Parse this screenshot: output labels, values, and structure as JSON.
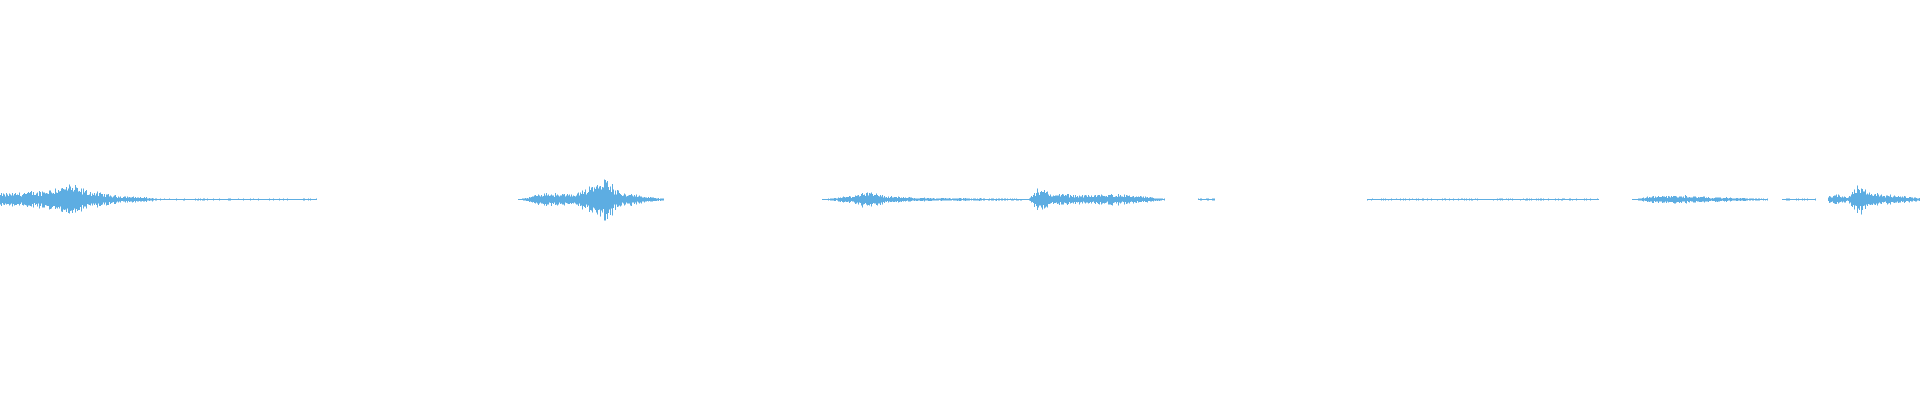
{
  "waveform": {
    "color": "#5DADE2",
    "background": "#FFFFFF",
    "duration_fraction_note_free": true,
    "segments": [
      {
        "start": 0.0,
        "end": 0.08,
        "peak": 0.18,
        "envelope": [
          [
            0.0,
            0.07
          ],
          [
            0.02,
            0.1
          ],
          [
            0.036,
            0.18
          ],
          [
            0.046,
            0.1
          ],
          [
            0.06,
            0.05
          ],
          [
            0.08,
            0.02
          ]
        ]
      },
      {
        "start": 0.08,
        "end": 0.165,
        "peak": 0.02,
        "sparse": true
      },
      {
        "start": 0.27,
        "end": 0.346,
        "peak": 0.27,
        "envelope": [
          [
            0.27,
            0.0
          ],
          [
            0.283,
            0.08
          ],
          [
            0.3,
            0.06
          ],
          [
            0.306,
            0.16
          ],
          [
            0.315,
            0.27
          ],
          [
            0.322,
            0.1
          ],
          [
            0.335,
            0.04
          ],
          [
            0.346,
            0.01
          ]
        ]
      },
      {
        "start": 0.428,
        "end": 0.535,
        "peak": 0.11,
        "envelope": [
          [
            0.428,
            0.0
          ],
          [
            0.445,
            0.05
          ],
          [
            0.452,
            0.11
          ],
          [
            0.462,
            0.04
          ],
          [
            0.48,
            0.02
          ],
          [
            0.535,
            0.01
          ]
        ]
      },
      {
        "start": 0.535,
        "end": 0.607,
        "peak": 0.13,
        "envelope": [
          [
            0.535,
            0.0
          ],
          [
            0.54,
            0.13
          ],
          [
            0.548,
            0.07
          ],
          [
            0.566,
            0.05
          ],
          [
            0.58,
            0.07
          ],
          [
            0.593,
            0.04
          ],
          [
            0.607,
            0.01
          ]
        ]
      },
      {
        "start": 0.624,
        "end": 0.633,
        "peak": 0.01,
        "sparse": true
      },
      {
        "start": 0.712,
        "end": 0.833,
        "peak": 0.04,
        "sparse": true
      },
      {
        "start": 0.85,
        "end": 0.921,
        "peak": 0.05,
        "envelope": [
          [
            0.85,
            0.0
          ],
          [
            0.86,
            0.04
          ],
          [
            0.875,
            0.05
          ],
          [
            0.89,
            0.03
          ],
          [
            0.921,
            0.01
          ]
        ]
      },
      {
        "start": 0.928,
        "end": 0.946,
        "peak": 0.01,
        "sparse": true
      },
      {
        "start": 0.952,
        "end": 1.0,
        "peak": 0.19,
        "envelope": [
          [
            0.952,
            0.04
          ],
          [
            0.956,
            0.06
          ],
          [
            0.962,
            0.03
          ],
          [
            0.968,
            0.19
          ],
          [
            0.975,
            0.08
          ],
          [
            0.99,
            0.04
          ],
          [
            1.0,
            0.02
          ]
        ]
      }
    ]
  }
}
